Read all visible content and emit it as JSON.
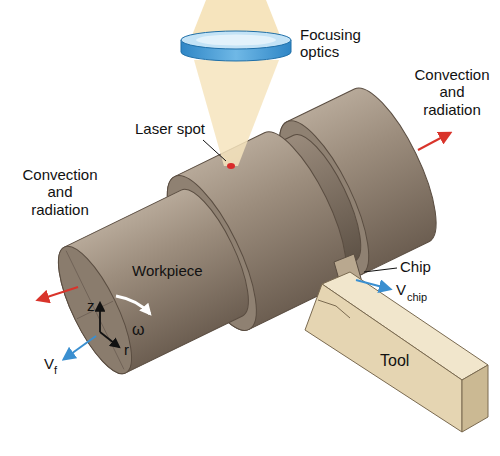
{
  "diagram": {
    "labels": [
      "Focusing optics",
      "Laser spot",
      "Convection and radiation",
      "Convection and radiation",
      "Workpiece",
      "Chip",
      "z",
      "ω",
      "V",
      "chip",
      "r",
      "V",
      "f",
      "Tool"
    ]
  }
}
